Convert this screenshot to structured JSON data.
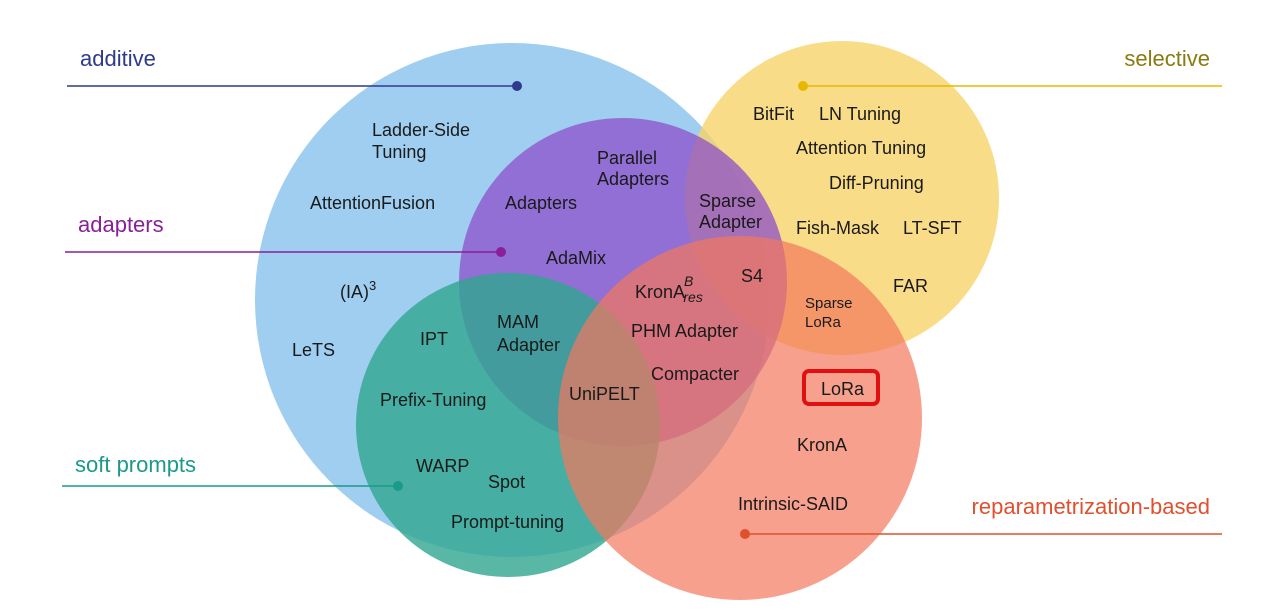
{
  "categories": {
    "additive": {
      "label": "additive",
      "color": "#2e3a8c"
    },
    "selective": {
      "label": "selective",
      "color": "#8a7a10"
    },
    "adapters": {
      "label": "adapters",
      "color": "#8a1f9a"
    },
    "soft_prompts": {
      "label": "soft prompts",
      "color": "#1a9a8a"
    },
    "reparametrization": {
      "label": "reparametrization-based",
      "color": "#e0502e"
    }
  },
  "circle_colors": {
    "additive": "#8ec5ef",
    "selective": "#f6d36a",
    "adapters": "#8e55c7",
    "soft_prompts": "#3aa895",
    "reparametrization": "#f28b73"
  },
  "methods": {
    "ladder_side_line1": "Ladder-Side",
    "ladder_side_line2": "Tuning",
    "attention_fusion": "AttentionFusion",
    "ia3_base": "(IA)",
    "ia3_sup": "3",
    "lets": "LeTS",
    "parallel_line1": "Parallel",
    "parallel_line2": "Adapters",
    "adapters": "Adapters",
    "adamix": "AdaMix",
    "sparse_adapter_line1": "Sparse",
    "sparse_adapter_line2": "Adapter",
    "s4": "S4",
    "krona_res_base": "KronA",
    "krona_res_sup": "B",
    "krona_res_sub": "res",
    "phm_adapter": "PHM Adapter",
    "compacter": "Compacter",
    "mam_line1": "MAM",
    "mam_line2": "Adapter",
    "unipelt": "UniPELT",
    "ipt": "IPT",
    "prefix_tuning": "Prefix-Tuning",
    "warp": "WARP",
    "spot": "Spot",
    "prompt_tuning": "Prompt-tuning",
    "bitfit": "BitFit",
    "ln_tuning": "LN Tuning",
    "attention_tuning": "Attention Tuning",
    "diff_pruning": "Diff-Pruning",
    "fish_mask": "Fish-Mask",
    "lt_sft": "LT-SFT",
    "far": "FAR",
    "sparse_lora_line1": "Sparse",
    "sparse_lora_line2": "LoRa",
    "lora": "LoRa",
    "krona": "KronA",
    "intrinsic_said": "Intrinsic-SAID"
  },
  "highlight": {
    "target": "LoRa",
    "color": "#e01010"
  }
}
